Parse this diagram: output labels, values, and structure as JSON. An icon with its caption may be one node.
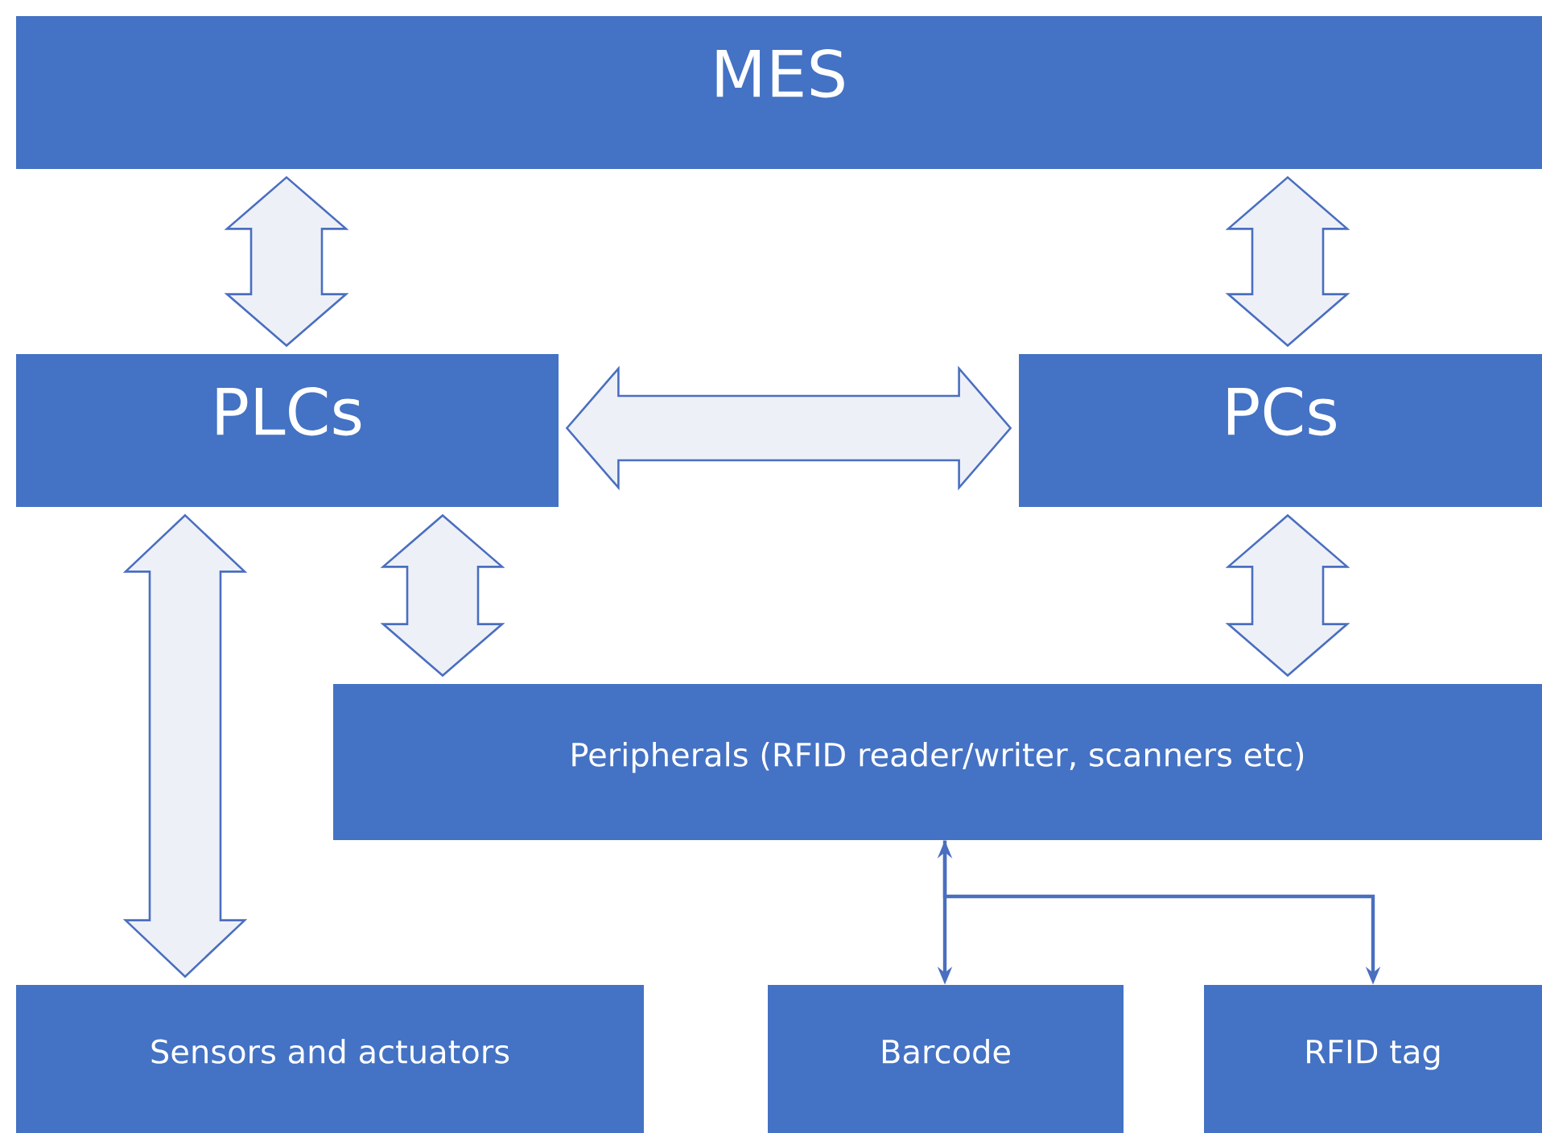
{
  "diagram": {
    "nodes": [
      {
        "text": [
          "MES"
        ]
      },
      {
        "text": [
          "PLCs"
        ]
      },
      {
        "text": [
          "PCs"
        ]
      },
      {
        "text": [
          "Peripherals (RFID reader/writer, scanners etc)"
        ]
      },
      {
        "text": [
          "Sensors and actuators"
        ]
      },
      {
        "text": [
          "Barcode"
        ]
      },
      {
        "text": [
          "RFID tag"
        ]
      }
    ],
    "edges": [
      {
        "from": 0,
        "to": 1,
        "arrow": "both",
        "style": "thick"
      },
      {
        "from": 0,
        "to": 2,
        "arrow": "both",
        "style": "thick"
      },
      {
        "from": 1,
        "to": 2,
        "arrow": "both",
        "style": "thick"
      },
      {
        "from": 1,
        "to": 3,
        "arrow": "both",
        "style": "thick"
      },
      {
        "from": 2,
        "to": 3,
        "arrow": "both",
        "style": "thick"
      },
      {
        "from": 1,
        "to": 4,
        "arrow": "both",
        "style": "thick"
      },
      {
        "from": 3,
        "to": 5,
        "arrow": "both"
      },
      {
        "from": 3,
        "to": 6,
        "arrow": "to"
      }
    ]
  }
}
